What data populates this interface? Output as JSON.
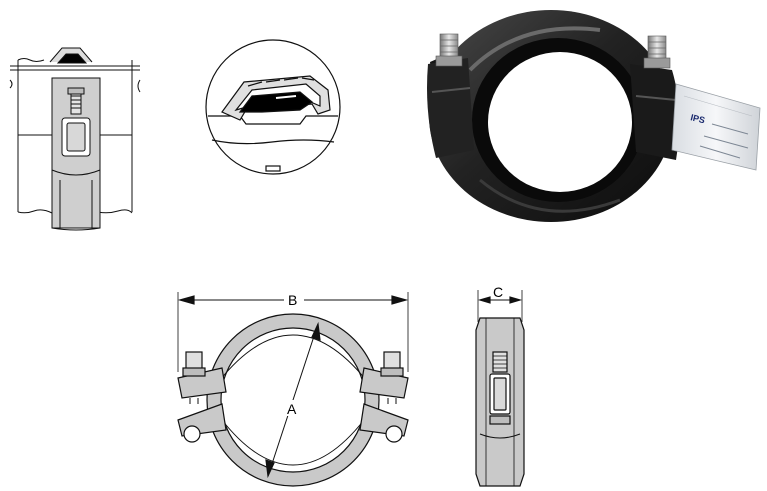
{
  "dimensions": {
    "a_label": "A",
    "b_label": "B",
    "c_label": "C"
  },
  "product_tag": {
    "text": "IPS"
  },
  "colors": {
    "part_fill": "#c9c9c9",
    "part_dark": "#8a8a8a",
    "casting": "#1e1e1e",
    "gasket": "#000000",
    "line": "#111111"
  }
}
